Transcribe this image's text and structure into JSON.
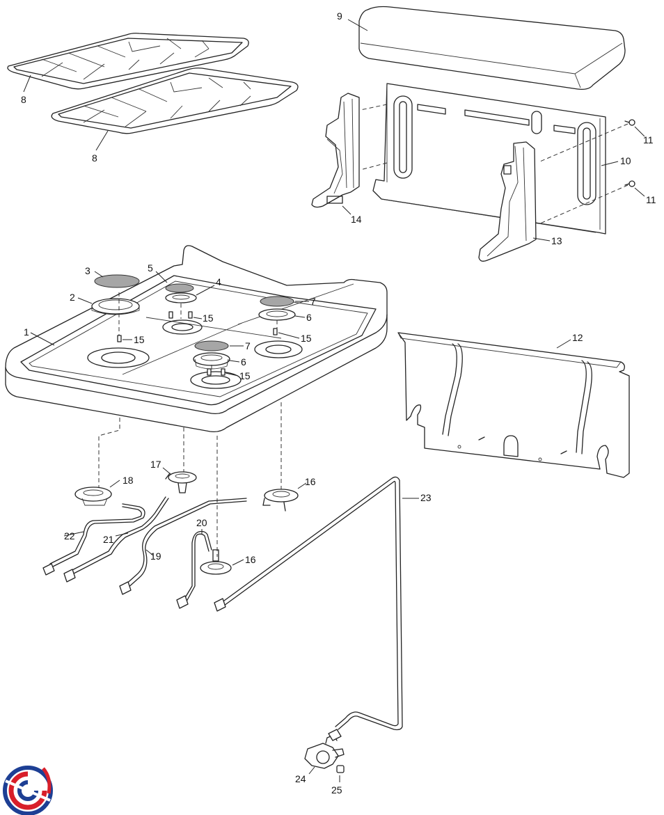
{
  "callouts": {
    "c1": "1",
    "c2": "2",
    "c3": "3",
    "c4": "4",
    "c5": "5",
    "c6a": "6",
    "c6b": "6",
    "c7a": "7",
    "c7b": "7",
    "c8a": "8",
    "c8b": "8",
    "c9": "9",
    "c10": "10",
    "c11a": "11",
    "c11b": "11",
    "c12": "12",
    "c13": "13",
    "c14": "14",
    "c15a": "15",
    "c15b": "15",
    "c15c": "15",
    "c15d": "15",
    "c16a": "16",
    "c16b": "16",
    "c17": "17",
    "c18": "18",
    "c19": "19",
    "c20": "20",
    "c21": "21",
    "c22": "22",
    "c23": "23",
    "c24": "24",
    "c25": "25"
  },
  "logo": {
    "colors": [
      "#d81f2a",
      "#1d3f94"
    ]
  }
}
